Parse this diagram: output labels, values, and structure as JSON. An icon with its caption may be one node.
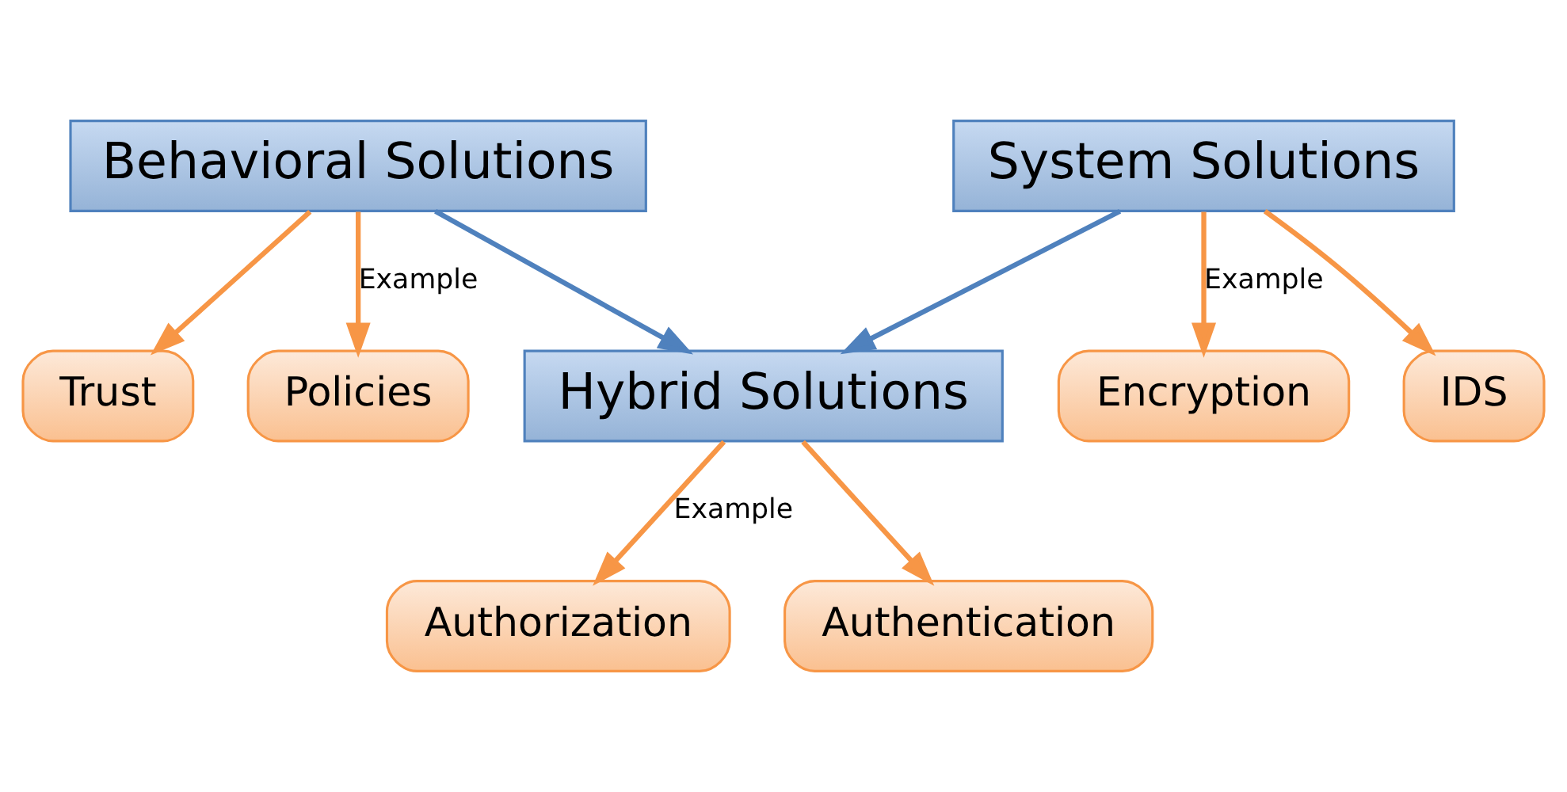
{
  "diagram": {
    "nodes": [
      {
        "text": [
          "System Solutions"
        ]
      },
      {
        "text": [
          "Behavioral Solutions"
        ]
      },
      {
        "text": [
          "Hybrid Solutions"
        ]
      },
      {
        "text": [
          "Encryption"
        ]
      },
      {
        "text": [
          "IDS"
        ]
      },
      {
        "text": [
          "Authorization"
        ]
      },
      {
        "text": [
          "Authentication"
        ]
      },
      {
        "text": [
          "Policies"
        ]
      },
      {
        "text": [
          "Trust"
        ]
      }
    ],
    "edges": [
      {
        "from": 0,
        "to": 2,
        "arrow": "to",
        "color": "#4f81bd"
      },
      {
        "from": 1,
        "to": 2,
        "arrow": "to",
        "color": "#4f81bd"
      },
      {
        "from": 0,
        "to": 3,
        "arrow": "to",
        "label": "Example"
      },
      {
        "from": 0,
        "to": 4,
        "arrow": "to"
      },
      {
        "from": 2,
        "to": 5,
        "arrow": "to",
        "label": "Example"
      },
      {
        "from": 2,
        "to": 6,
        "arrow": "to"
      },
      {
        "from": 1,
        "to": 7,
        "arrow": "to",
        "label": "Example"
      },
      {
        "from": 1,
        "to": 8,
        "arrow": "to"
      }
    ]
  }
}
